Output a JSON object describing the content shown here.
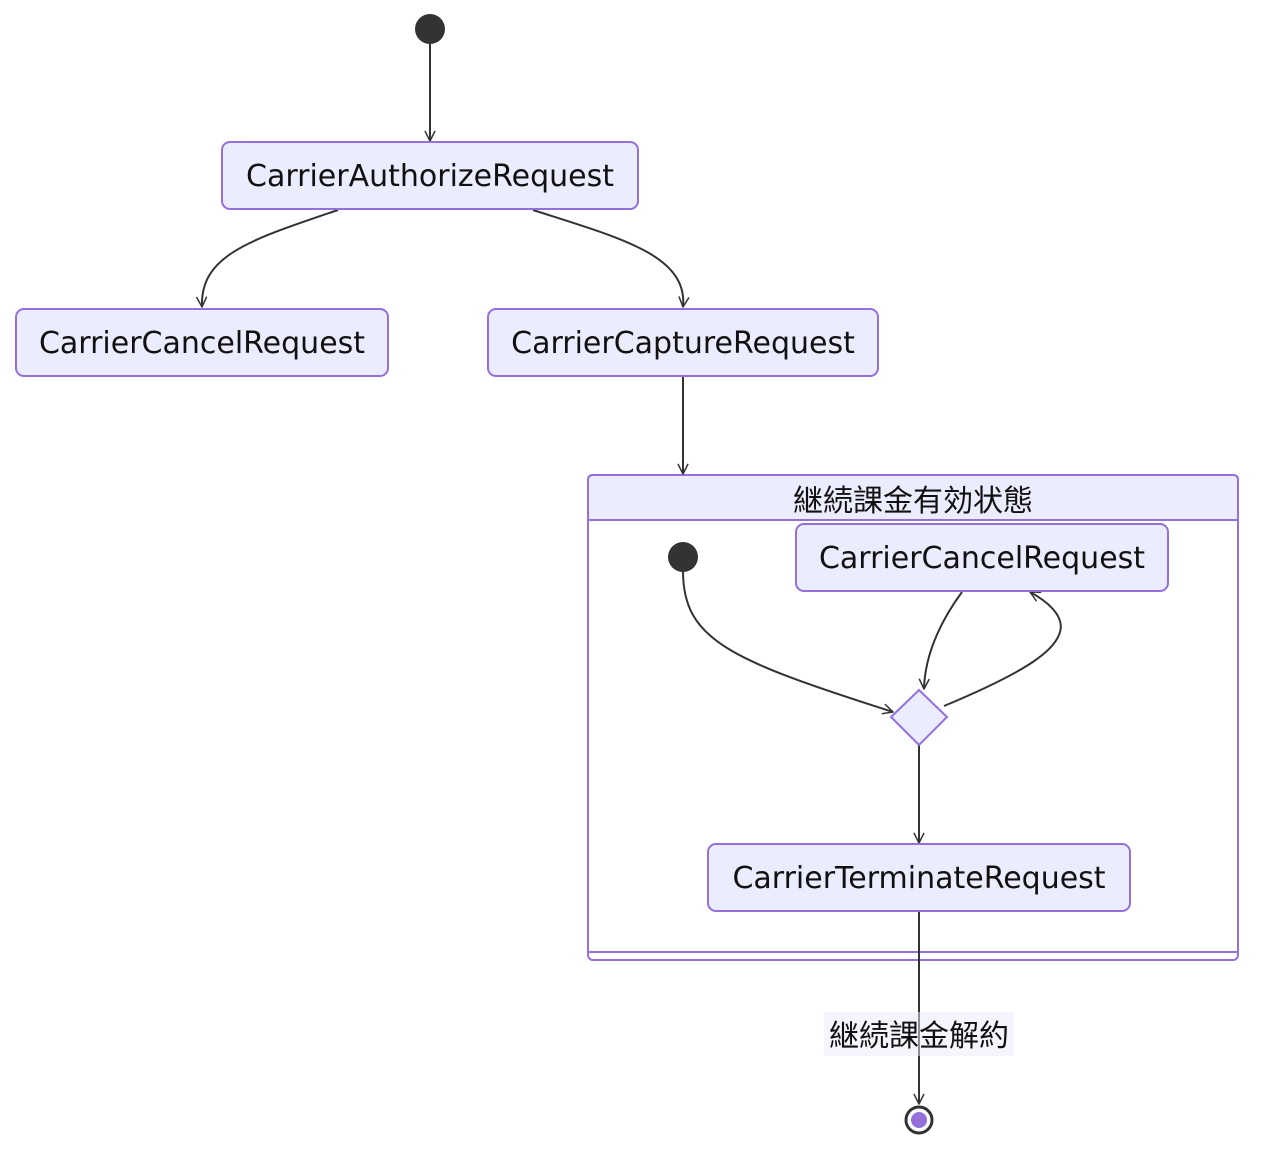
{
  "diagram": {
    "type": "state-diagram",
    "states": {
      "authorize": "CarrierAuthorizeRequest",
      "cancel": "CarrierCancelRequest",
      "capture": "CarrierCaptureRequest",
      "inner_cancel": "CarrierCancelRequest",
      "terminate": "CarrierTerminateRequest"
    },
    "composite": {
      "title": "継続課金有効状態"
    },
    "edge_labels": {
      "terminate_to_end": "継続課金解約"
    },
    "transitions": [
      {
        "from": "start",
        "to": "CarrierAuthorizeRequest"
      },
      {
        "from": "CarrierAuthorizeRequest",
        "to": "CarrierCancelRequest"
      },
      {
        "from": "CarrierAuthorizeRequest",
        "to": "CarrierCaptureRequest"
      },
      {
        "from": "CarrierCaptureRequest",
        "to": "継続課金有効状態"
      },
      {
        "from": "inner-start",
        "to": "choice"
      },
      {
        "from": "CarrierCancelRequest",
        "to": "choice"
      },
      {
        "from": "choice",
        "to": "CarrierCancelRequest"
      },
      {
        "from": "choice",
        "to": "CarrierTerminateRequest"
      },
      {
        "from": "CarrierTerminateRequest",
        "to": "end",
        "label": "継続課金解約"
      }
    ],
    "colors": {
      "node_fill": "#ECECFF",
      "node_stroke": "#9370DB",
      "edge": "#333333",
      "end_inner": "#9370DB"
    }
  }
}
